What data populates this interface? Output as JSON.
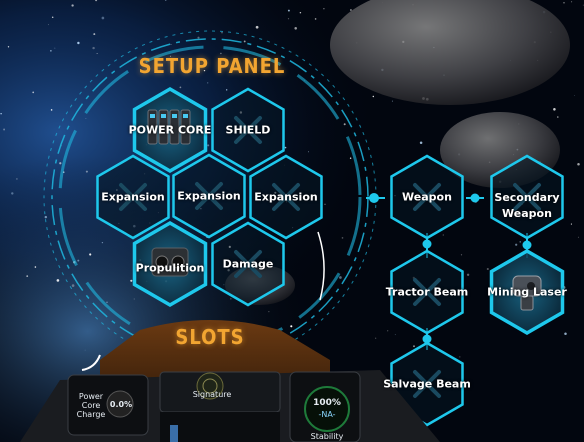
{
  "panel_title": "SETUP PANEL",
  "slots_title": "SLOTS",
  "colors": {
    "accent": "#f2a531",
    "hex_border": "#1ec8ec",
    "hex_fill": "#0a2a40",
    "ring": "#1fb8e0"
  },
  "setup_hexes": [
    {
      "id": "power-core",
      "label": "POWER CORE",
      "filled": true,
      "icon": "power-core-icon"
    },
    {
      "id": "shield",
      "label": "SHIELD",
      "filled": false,
      "icon": "empty-slot-x-icon"
    },
    {
      "id": "expansion-1",
      "label": "Expansion",
      "filled": false,
      "icon": "empty-slot-x-icon"
    },
    {
      "id": "expansion-2",
      "label": "Expansion",
      "filled": false,
      "icon": "empty-slot-x-icon"
    },
    {
      "id": "expansion-3",
      "label": "Expansion",
      "filled": false,
      "icon": "empty-slot-x-icon"
    },
    {
      "id": "propulsion",
      "label": "Propulition",
      "filled": true,
      "icon": "thruster-icon"
    },
    {
      "id": "damage",
      "label": "Damage",
      "filled": false,
      "icon": "empty-slot-x-icon"
    }
  ],
  "weapon_hexes": [
    {
      "id": "weapon",
      "label": "Weapon",
      "filled": false,
      "icon": "empty-slot-x-icon"
    },
    {
      "id": "secondary-weapon",
      "label": "Secondary Weapon",
      "filled": false,
      "icon": "empty-slot-x-icon"
    },
    {
      "id": "tractor-beam",
      "label": "Tractor Beam",
      "filled": false,
      "icon": "empty-slot-x-icon"
    },
    {
      "id": "mining-laser",
      "label": "Mining Laser",
      "filled": true,
      "icon": "mining-laser-icon"
    },
    {
      "id": "salvage-beam",
      "label": "Salvage Beam",
      "filled": false,
      "icon": "empty-slot-x-icon"
    }
  ],
  "hud": {
    "power_core_charge_label": "Power Core Charge",
    "power_core_charge_value": "0.0%",
    "signature_label": "Signature",
    "stability_value": "100%",
    "stability_sub": "-NA-",
    "stability_label": "Stability"
  }
}
